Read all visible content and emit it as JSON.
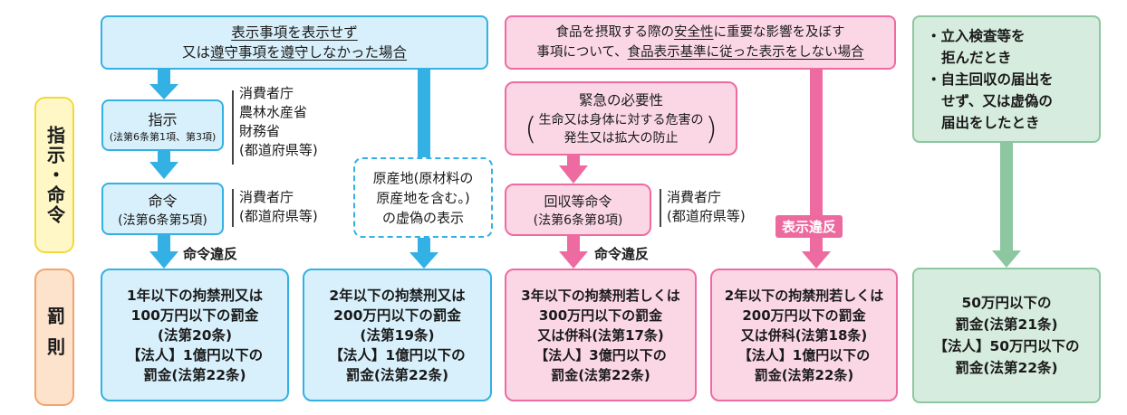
{
  "side_labels": {
    "shiji_meirei": "指示・命令",
    "bassoku": "罰則"
  },
  "blue_top": {
    "line1": "表示事項を表示せず",
    "line2_a": "又は",
    "line2_b": "遵守事項を遵守しなかった",
    "line2_c": "場合"
  },
  "instruction": {
    "title": "指示",
    "law": "(法第6条第1項、第3項)"
  },
  "instruction_agencies": [
    "消費者庁",
    "農林水産省",
    "財務省",
    "(都道府県等)"
  ],
  "order": {
    "title": "命令",
    "law": "(法第6条第5項)"
  },
  "order_agencies": [
    "消費者庁",
    "(都道府県等)"
  ],
  "origin_false": [
    "原産地(原材料の",
    "原産地を含む。)",
    "の虚偽の表示"
  ],
  "order_violation_1": "命令違反",
  "penalty_1": [
    "1年以下の拘禁刑又は",
    "100万円以下の罰金",
    "(法第20条)",
    "【法人】1億円以下の",
    "罰金(法第22条)"
  ],
  "penalty_2": [
    "2年以下の拘禁刑又は",
    "200万円以下の罰金",
    "(法第19条)",
    "【法人】1億円以下の",
    "罰金(法第22条)"
  ],
  "pink_top": {
    "line1_a": "食品を摂取する際の",
    "line1_b": "安全性",
    "line1_c": "に重要な影響を及ぼす",
    "line2_a": "事項について、",
    "line2_b": "食品表示基準に従った表示をしない場合"
  },
  "emergency": {
    "title": "緊急の必要性",
    "sub": [
      "生命又は身体に対する危害の",
      "発生又は拡大の防止"
    ]
  },
  "recall": {
    "title": "回収等命令",
    "law": "(法第6条第8項)"
  },
  "recall_agencies": [
    "消費者庁",
    "(都道府県等)"
  ],
  "order_violation_2": "命令違反",
  "label_violation": "表示違反",
  "penalty_3": [
    "3年以下の拘禁刑若しくは",
    "300万円以下の罰金",
    "又は併科(法第17条)",
    "【法人】3億円以下の",
    "罰金(法第22条)"
  ],
  "penalty_4": [
    "2年以下の拘禁刑若しくは",
    "200万円以下の罰金",
    "又は併科(法第18条)",
    "【法人】1億円以下の",
    "罰金(法第22条)"
  ],
  "green_top": [
    "・立入検査等を",
    "拒んだとき",
    "・自主回収の届出を",
    "せず、又は虚偽の",
    "届出をしたとき"
  ],
  "penalty_5": [
    "50万円以下の",
    "罰金(法第21条)",
    "【法人】50万円以下の",
    "罰金(法第22条)"
  ],
  "colors": {
    "blue": "#33b1e4",
    "pink": "#ee6ba1",
    "green": "#8cc79f",
    "yellow": "#f2d93a",
    "orange": "#f2a46d"
  }
}
